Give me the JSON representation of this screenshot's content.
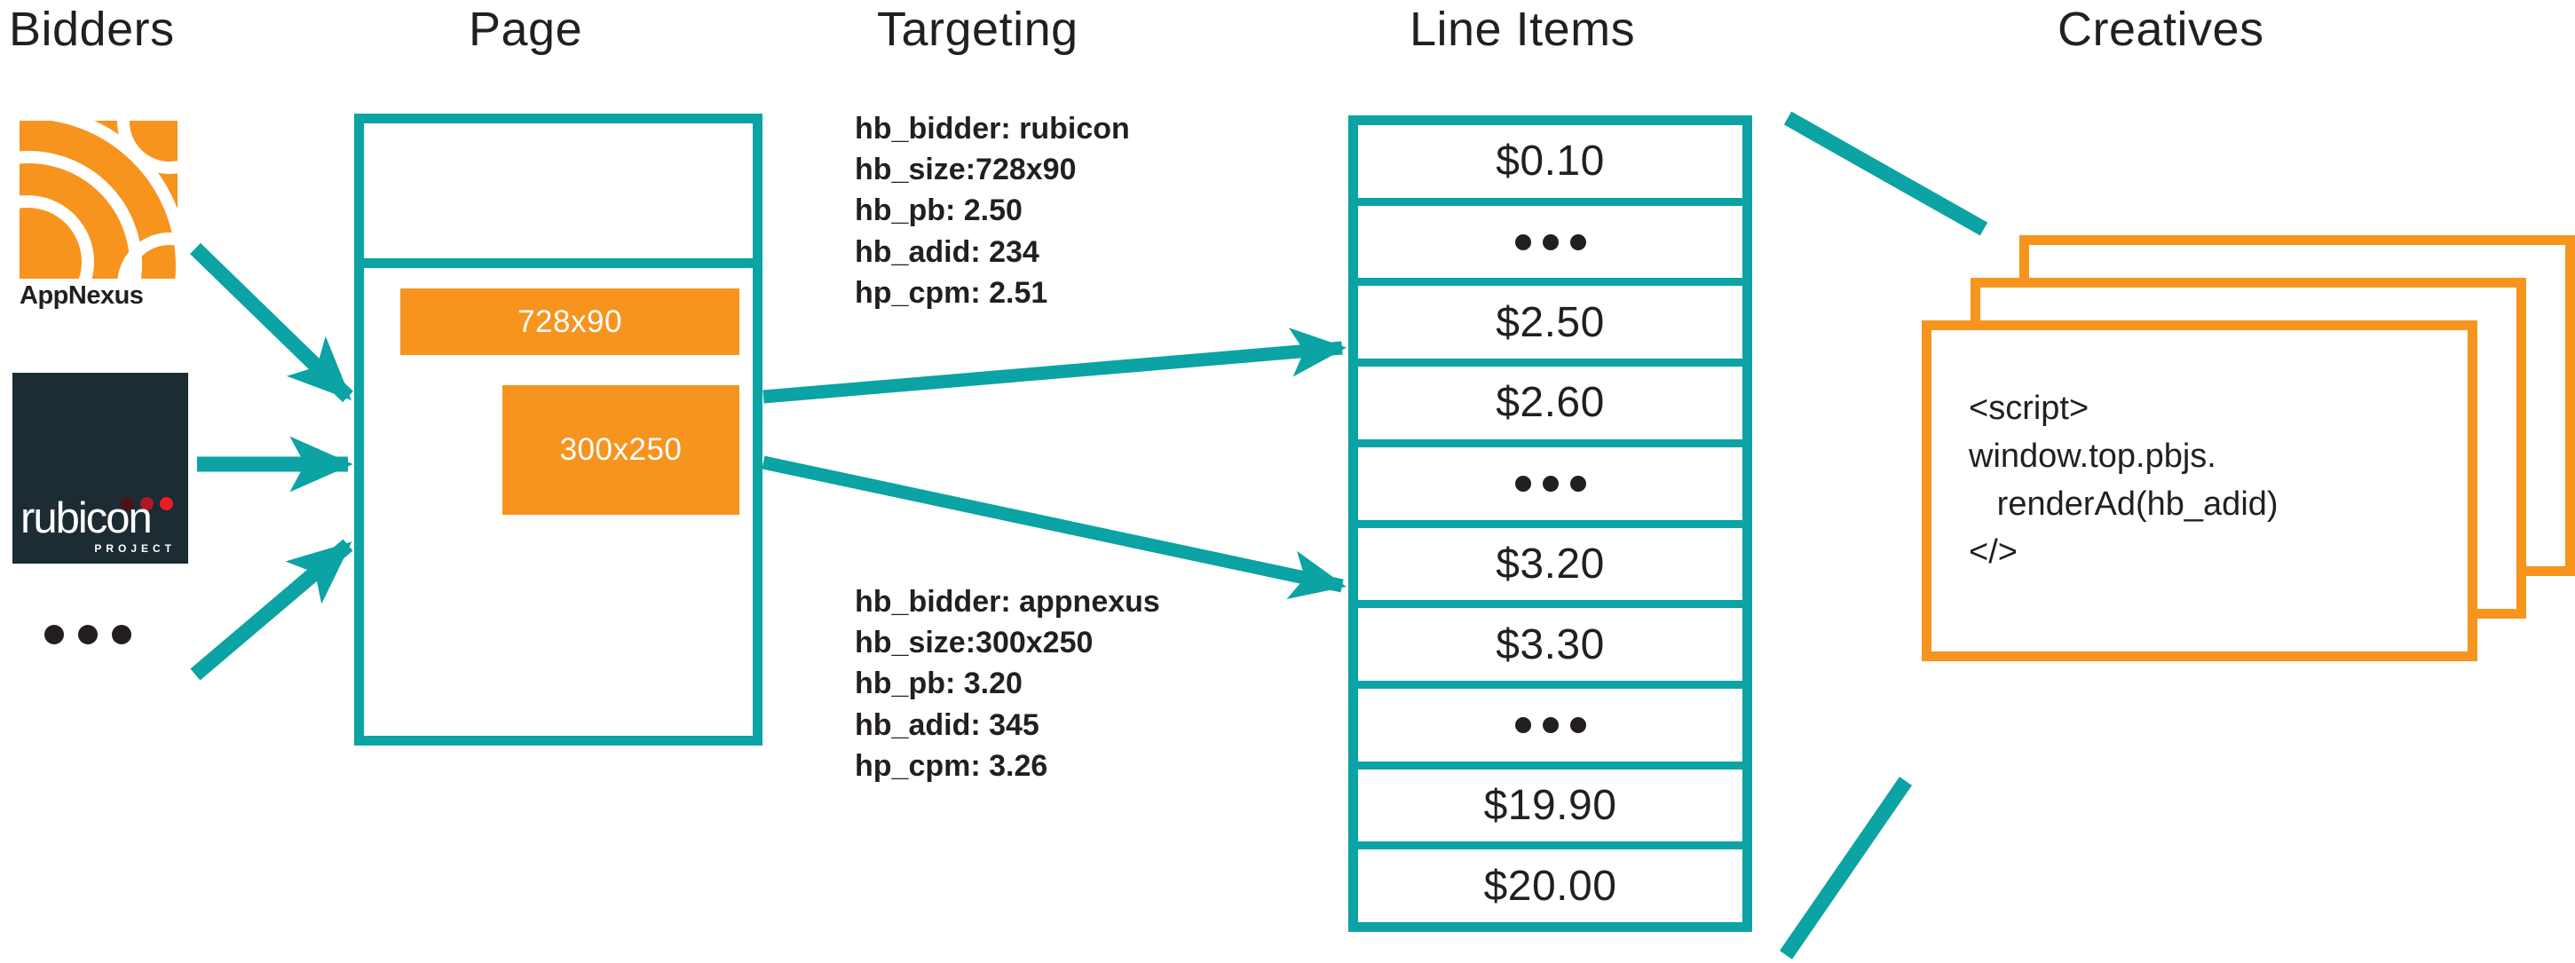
{
  "columns": {
    "bidders": "Bidders",
    "page": "Page",
    "targeting": "Targeting",
    "line_items": "Line Items",
    "creatives": "Creatives"
  },
  "colors": {
    "teal": "#0BA3A3",
    "orange": "#F7941E",
    "ink": "#231f20",
    "rubicon_bg": "#1d2b33",
    "white": "#ffffff"
  },
  "bidders": {
    "appnexus": {
      "name": "AppNexus",
      "logo": "appnexus-logo",
      "wordmark": "AppNexus"
    },
    "rubicon": {
      "name": "rubicon project",
      "logo": "rubicon-project-logo",
      "wordmark": "rubicon",
      "subtitle": "PROJECT"
    },
    "more_indicator": "•••"
  },
  "page": {
    "slots": [
      {
        "label": "728x90",
        "name": "ad-slot-leaderboard"
      },
      {
        "label": "300x250",
        "name": "ad-slot-medium-rectangle"
      }
    ]
  },
  "targeting": {
    "blocks": [
      {
        "id": "targeting-rubicon",
        "lines": [
          "hb_bidder: rubicon",
          "hb_size:728x90",
          "hb_pb: 2.50",
          "hb_adid: 234",
          "hp_cpm: 2.51"
        ],
        "keys": {
          "hb_bidder": "rubicon",
          "hb_size": "728x90",
          "hb_pb": "2.50",
          "hb_adid": "234",
          "hp_cpm": "2.51"
        }
      },
      {
        "id": "targeting-appnexus",
        "lines": [
          "hb_bidder: appnexus",
          "hb_size:300x250",
          "hb_pb: 3.20",
          "hb_adid: 345",
          "hp_cpm: 3.26"
        ],
        "keys": {
          "hb_bidder": "appnexus",
          "hb_size": "300x250",
          "hb_pb": "3.20",
          "hb_adid": "345",
          "hp_cpm": "3.26"
        }
      }
    ]
  },
  "line_items": {
    "rows": [
      {
        "type": "price",
        "label": "$0.10",
        "targeted": false
      },
      {
        "type": "ellipsis",
        "label": "•••",
        "targeted": false
      },
      {
        "type": "price",
        "label": "$2.50",
        "targeted": true
      },
      {
        "type": "price",
        "label": "$2.60",
        "targeted": false
      },
      {
        "type": "ellipsis",
        "label": "•••",
        "targeted": false
      },
      {
        "type": "price",
        "label": "$3.20",
        "targeted": true
      },
      {
        "type": "price",
        "label": "$3.30",
        "targeted": false
      },
      {
        "type": "ellipsis",
        "label": "•••",
        "targeted": false
      },
      {
        "type": "price",
        "label": "$19.90",
        "targeted": false
      },
      {
        "type": "price",
        "label": "$20.00",
        "targeted": false
      }
    ]
  },
  "creatives": {
    "card_count": 3,
    "code": "<script>\nwindow.top.pbjs.\n   renderAd(hb_adid)\n</​>"
  }
}
